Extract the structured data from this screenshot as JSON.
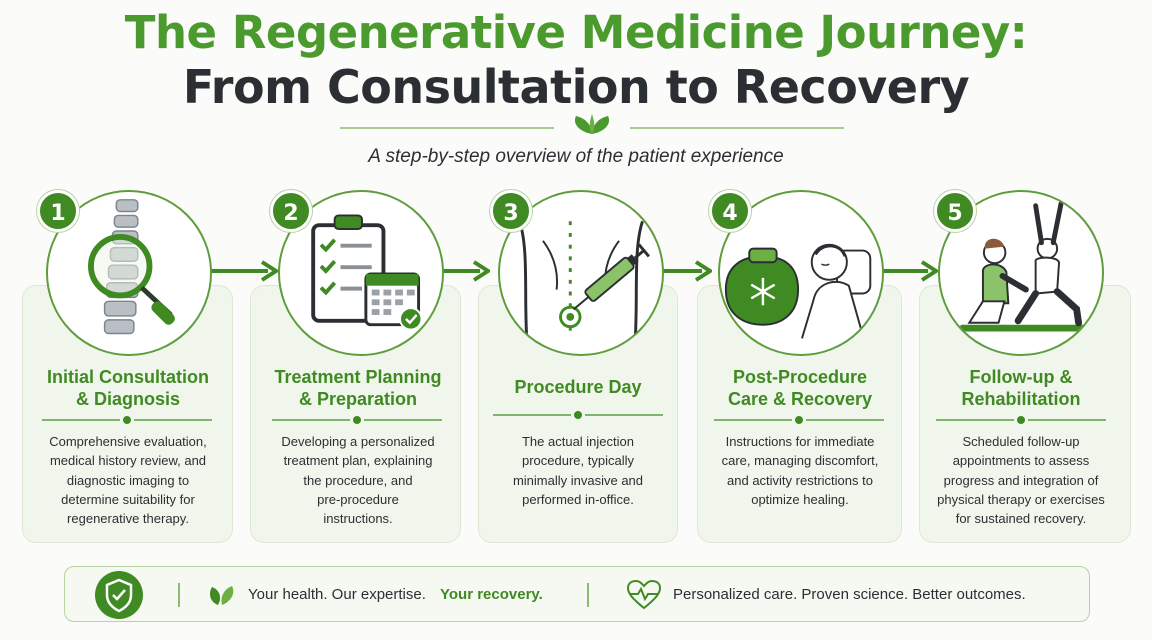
{
  "header": {
    "title_line1": "The Regenerative Medicine Journey:",
    "title_line2": "From Consultation to Recovery",
    "subtitle": "A step-by-step overview of the patient experience"
  },
  "colors": {
    "accent_green": "#3f8a22",
    "title_green": "#4a9a2e",
    "title_dark": "#2b2f33",
    "card_bg": "#f1f6ec",
    "ring": "#5e9c3c"
  },
  "steps": [
    {
      "number": "1",
      "title_line1": "Initial Consultation",
      "title_line2": "& Diagnosis",
      "desc": [
        "Comprehensive evaluation,",
        "medical history review, and",
        "diagnostic imaging to",
        "determine suitability for",
        "regenerative therapy."
      ],
      "icon": "spine-magnifier-icon"
    },
    {
      "number": "2",
      "title_line1": "Treatment Planning",
      "title_line2": "& Preparation",
      "desc": [
        "Developing a personalized",
        "treatment plan, explaining",
        "the procedure, and",
        "pre-procedure",
        "instructions."
      ],
      "icon": "checklist-calendar-icon"
    },
    {
      "number": "3",
      "title_line1": "Procedure Day",
      "title_line2": "",
      "desc": [
        "The actual injection",
        "procedure, typically",
        "minimally invasive and",
        "performed in-office."
      ],
      "icon": "injection-back-icon"
    },
    {
      "number": "4",
      "title_line1": "Post-Procedure",
      "title_line2": "Care & Recovery",
      "desc": [
        "Instructions for immediate",
        "care, managing discomfort,",
        "and activity restrictions to",
        "optimize healing."
      ],
      "icon": "ice-pack-rest-icon"
    },
    {
      "number": "5",
      "title_line1": "Follow-up &",
      "title_line2": "Rehabilitation",
      "desc": [
        "Scheduled follow-up",
        "appointments to assess",
        "progress and integration of",
        "physical therapy or exercises",
        "for sustained recovery."
      ],
      "icon": "physical-therapy-icon"
    }
  ],
  "footer": {
    "tagline_main": "Your health. Our expertise.",
    "tagline_emphasis": "Your recovery.",
    "tagline_secondary": "Personalized care. Proven science. Better outcomes."
  }
}
